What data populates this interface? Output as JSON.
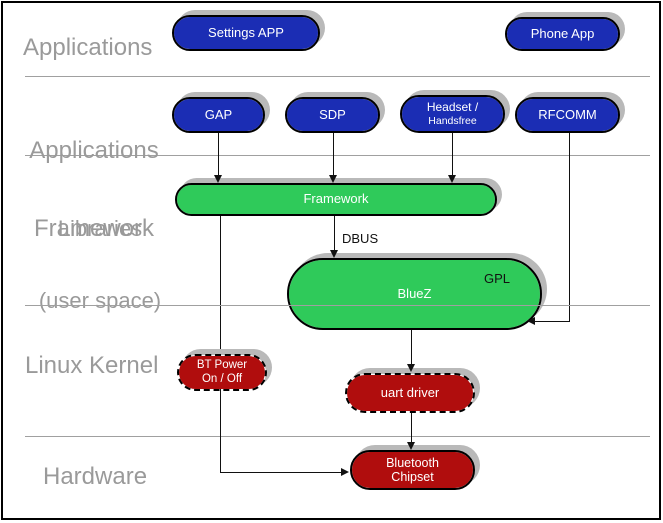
{
  "colors": {
    "app_blue": "#1b2db4",
    "lib_green": "#2fca5a",
    "kernel_red": "#b00d0d",
    "shadow_gray": "#b9b9b9",
    "divider_gray": "#a0a0a0",
    "label_gray": "#9a9a9a"
  },
  "layer_labels": {
    "applications": "Applications",
    "app_framework_line1": "Applications",
    "app_framework_line2": "Framework",
    "libraries_line1": "Libraries",
    "libraries_line2": "(user space)",
    "linux_kernel": "Linux Kernel",
    "hardware": "Hardware"
  },
  "nodes": {
    "settings_app": {
      "label": "Settings APP"
    },
    "phone_app": {
      "label": "Phone App"
    },
    "gap": {
      "label": "GAP"
    },
    "sdp": {
      "label": "SDP"
    },
    "headset": {
      "line1": "Headset /",
      "line2": "Handsfree"
    },
    "rfcomm": {
      "label": "RFCOMM"
    },
    "framework": {
      "label": "Framework"
    },
    "bluez": {
      "label": "BlueZ",
      "license": "GPL"
    },
    "bt_power": {
      "line1": "BT Power",
      "line2": "On / Off"
    },
    "uart_driver": {
      "label": "uart driver"
    },
    "bt_chipset": {
      "line1": "Bluetooth",
      "line2": "Chipset"
    }
  },
  "connector_labels": {
    "dbus": "DBUS"
  },
  "edges": [
    {
      "from": "GAP",
      "to": "Framework"
    },
    {
      "from": "SDP",
      "to": "Framework"
    },
    {
      "from": "Headset / Handsfree",
      "to": "Framework"
    },
    {
      "from": "RFCOMM",
      "to": "BlueZ"
    },
    {
      "from": "Framework",
      "to": "BlueZ",
      "label": "DBUS"
    },
    {
      "from": "Framework",
      "to": "Bluetooth Chipset",
      "via": "BT Power On / Off"
    },
    {
      "from": "BlueZ",
      "to": "uart driver"
    },
    {
      "from": "uart driver",
      "to": "Bluetooth Chipset"
    }
  ]
}
